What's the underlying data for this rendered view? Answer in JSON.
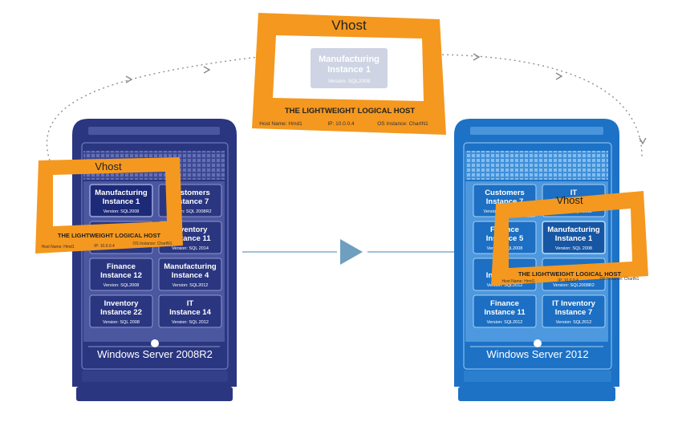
{
  "vhost_label": "Vhost",
  "vhost_caption": "THE LIGHTWEIGHT LOGICAL HOST",
  "vhost_fields": [
    "Host Name: Hmd1",
    "IP: 10.0.0.4",
    "OS Instance: ChartN1"
  ],
  "servers": [
    {
      "name": "Windows Server 2008R2",
      "instances": [
        {
          "title": [
            "Manufacturing",
            "Instance 1"
          ],
          "version": "Version: SQL2008",
          "highlight": true
        },
        {
          "title": [
            "Customers",
            "Instance 7"
          ],
          "version": "Version: SQL 2008R2"
        },
        {
          "title": [
            "",
            ""
          ],
          "version": ""
        },
        {
          "title": [
            "Inventory",
            "Instance 11"
          ],
          "version": "Version: SQL 2014"
        },
        {
          "title": [
            "Finance",
            "Instance 12"
          ],
          "version": "Version: SQL2008"
        },
        {
          "title": [
            "Manufacturing",
            "Instance 4"
          ],
          "version": "Version: SQL2012"
        },
        {
          "title": [
            "Inventory",
            "Instance 22"
          ],
          "version": "Version: SQL 2008"
        },
        {
          "title": [
            "IT",
            "Instance 14"
          ],
          "version": "Version: SQL 2012"
        }
      ]
    },
    {
      "name": "Windows Server 2012",
      "instances": [
        {
          "title": [
            "Customers",
            "Instance 7"
          ],
          "version": "Version: SQL 2008R2"
        },
        {
          "title": [
            "IT",
            "Instance 14"
          ],
          "version": "Version: SQL 2012"
        },
        {
          "title": [
            "Finance",
            "Instance 5"
          ],
          "version": "Version: SQL2008"
        },
        {
          "title": [
            "Manufacturing",
            "Instance 1"
          ],
          "version": "Version: SQL 2008",
          "highlight": true
        },
        {
          "title": [
            "IT",
            "Instance 3"
          ],
          "version": "Version: SQL2012"
        },
        {
          "title": [
            "",
            ""
          ],
          "version": "Version: SQL2008R2"
        },
        {
          "title": [
            "Finance",
            "Instance 11"
          ],
          "version": "Version: SQL2012"
        },
        {
          "title": [
            "IT Inventory",
            "Instance 7"
          ],
          "version": "Version: SQL2012"
        }
      ]
    }
  ],
  "ghost_instance": {
    "title": [
      "Manufacturing",
      "Instance 1"
    ],
    "version": "Version: SQL2008"
  },
  "colors": {
    "left_server": "#2a3680",
    "left_panel": "#5a66ac",
    "right_server": "#1d72c6",
    "right_panel": "#5da4e2",
    "vhost_orange": "#f5981f",
    "arrow": "#6e9fc0"
  }
}
